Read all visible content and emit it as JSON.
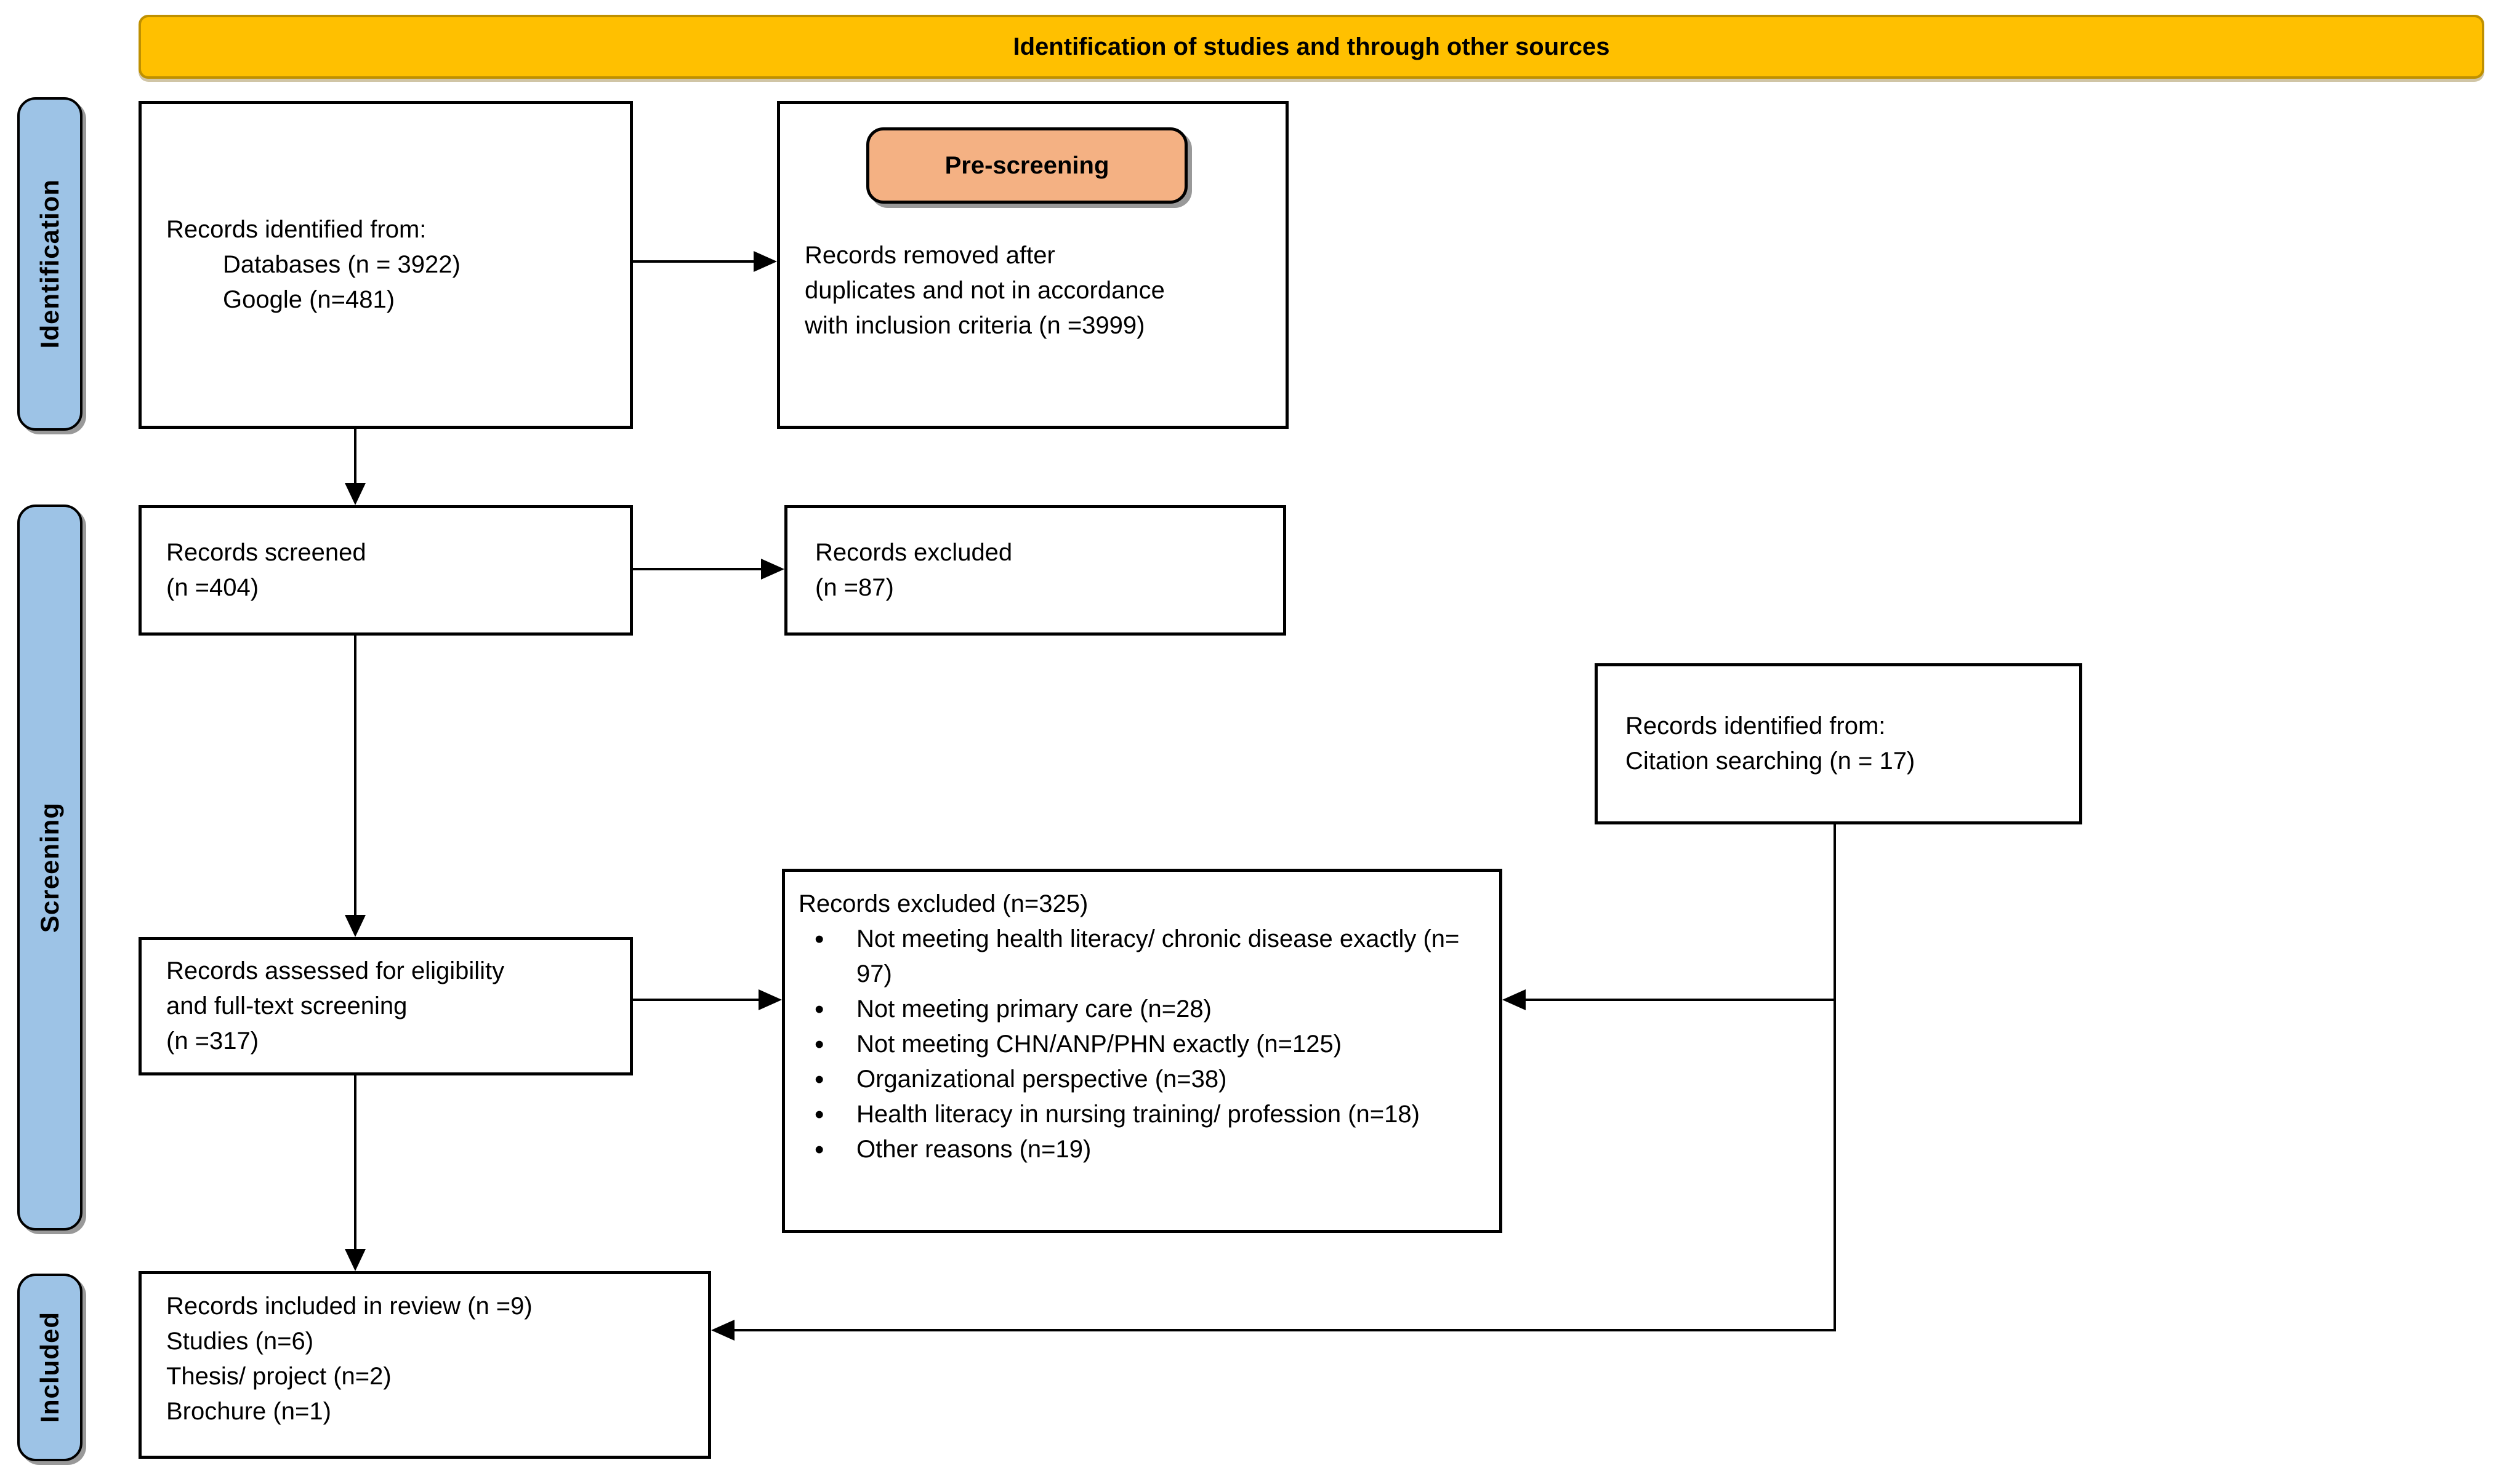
{
  "banner": {
    "title": "Identification of studies and through other sources"
  },
  "colors": {
    "banner_fill": "#FFC000",
    "banner_border": "#BF9000",
    "stage_fill": "#9DC3E6",
    "prescreen_fill": "#F4B183",
    "box_border": "#000000",
    "text": "#000000"
  },
  "stages": {
    "identification": "Identification",
    "screening": "Screening",
    "included": "Included"
  },
  "boxes": {
    "identified": {
      "line1": "Records identified from:",
      "line2": "Databases (n = 3922)",
      "line3": "Google (n=481)"
    },
    "prescreening": {
      "button": "Pre-screening",
      "body_line1": "Records removed after",
      "body_line2": "duplicates and not in accordance",
      "body_line3": "with inclusion criteria (n =3999)"
    },
    "screened": {
      "line1": "Records screened",
      "line2": "(n =404)"
    },
    "excluded_first": {
      "line1": "Records excluded",
      "line2": "(n =87)"
    },
    "citation": {
      "line1": "Records identified from:",
      "line2": "Citation searching (n = 17)"
    },
    "assessed": {
      "line1": "Records assessed for eligibility",
      "line2": "and full-text screening",
      "line3": "(n =317)"
    },
    "excluded_full": {
      "title": "Records excluded (n=325)",
      "bullets": [
        "Not meeting health literacy/ chronic disease exactly (n= 97)",
        "Not meeting primary care (n=28)",
        "Not meeting CHN/ANP/PHN exactly (n=125)",
        "Organizational perspective (n=38)",
        "Health literacy in nursing training/ profession (n=18)",
        "Other reasons (n=19)"
      ]
    },
    "included": {
      "line1": "Records included in review (n =9)",
      "line2": "Studies (n=6)",
      "line3": "Thesis/ project (n=2)",
      "line4": "Brochure (n=1)"
    }
  }
}
